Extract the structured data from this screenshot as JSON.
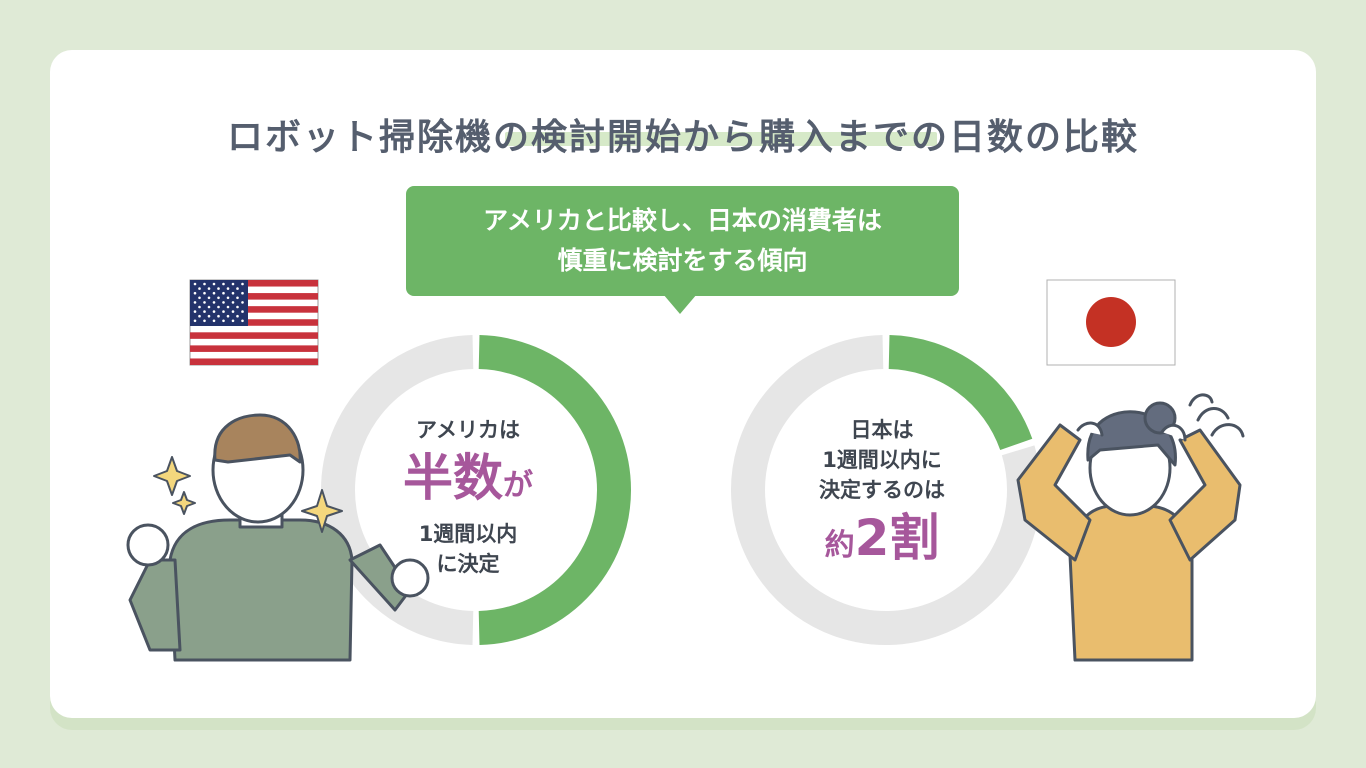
{
  "title": "ロボット掃除機の検討開始から購入までの日数の比較",
  "callout": {
    "line1": "アメリカと比較し、日本の消費者は",
    "line2": "慎重に検討をする傾向"
  },
  "usa": {
    "label_top": "アメリカは",
    "big": "半数",
    "big_suffix": "が",
    "line3": "1週間以内",
    "line4": "に決定"
  },
  "japan": {
    "line1": "日本は",
    "line2": "1週間以内に",
    "line3": "決定するのは",
    "prefix": "約",
    "big": "2割"
  },
  "colors": {
    "accent_green": "#6db566",
    "track_gray": "#e6e6e6",
    "emphasis_purple": "#a6579b",
    "title_gray": "#555e6e"
  },
  "chart_data": [
    {
      "type": "pie",
      "values": [
        50,
        50
      ],
      "colors": [
        "#6db566",
        "#e6e6e6"
      ]
    },
    {
      "type": "pie",
      "values": [
        20,
        80
      ],
      "colors": [
        "#6db566",
        "#e6e6e6"
      ]
    }
  ]
}
